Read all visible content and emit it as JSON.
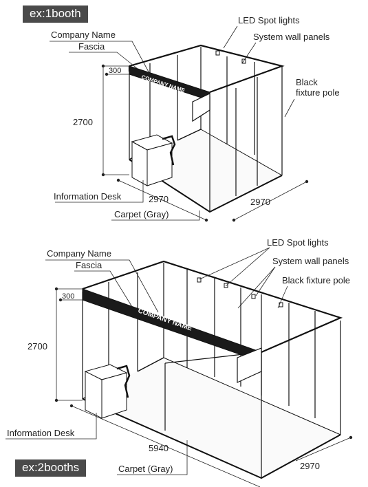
{
  "booth1": {
    "tag": "ex:1booth",
    "labels": {
      "company_name": "Company Name",
      "fascia": "Fascia",
      "led": "LED Spot lights",
      "wall_panels": "System wall panels",
      "black_fixture_pole_line1": "Black",
      "black_fixture_pole_line2": "fixture pole",
      "info_desk": "Information Desk",
      "carpet": "Carpet (Gray)",
      "fascia_text": "COMPANY NAME"
    },
    "dims": {
      "fascia_h": "300",
      "height": "2700",
      "width": "2970",
      "depth": "2970"
    }
  },
  "booth2": {
    "tag": "ex:2booths",
    "labels": {
      "company_name": "Company Name",
      "fascia": "Fascia",
      "led": "LED Spot lights",
      "wall_panels": "System wall panels",
      "black_fixture_pole": "Black fixture pole",
      "info_desk": "Information Desk",
      "carpet": "Carpet (Gray)",
      "fascia_text": "COMPANY NAME"
    },
    "dims": {
      "fascia_h": "300",
      "height": "2700",
      "width": "5940",
      "depth": "2970"
    }
  }
}
